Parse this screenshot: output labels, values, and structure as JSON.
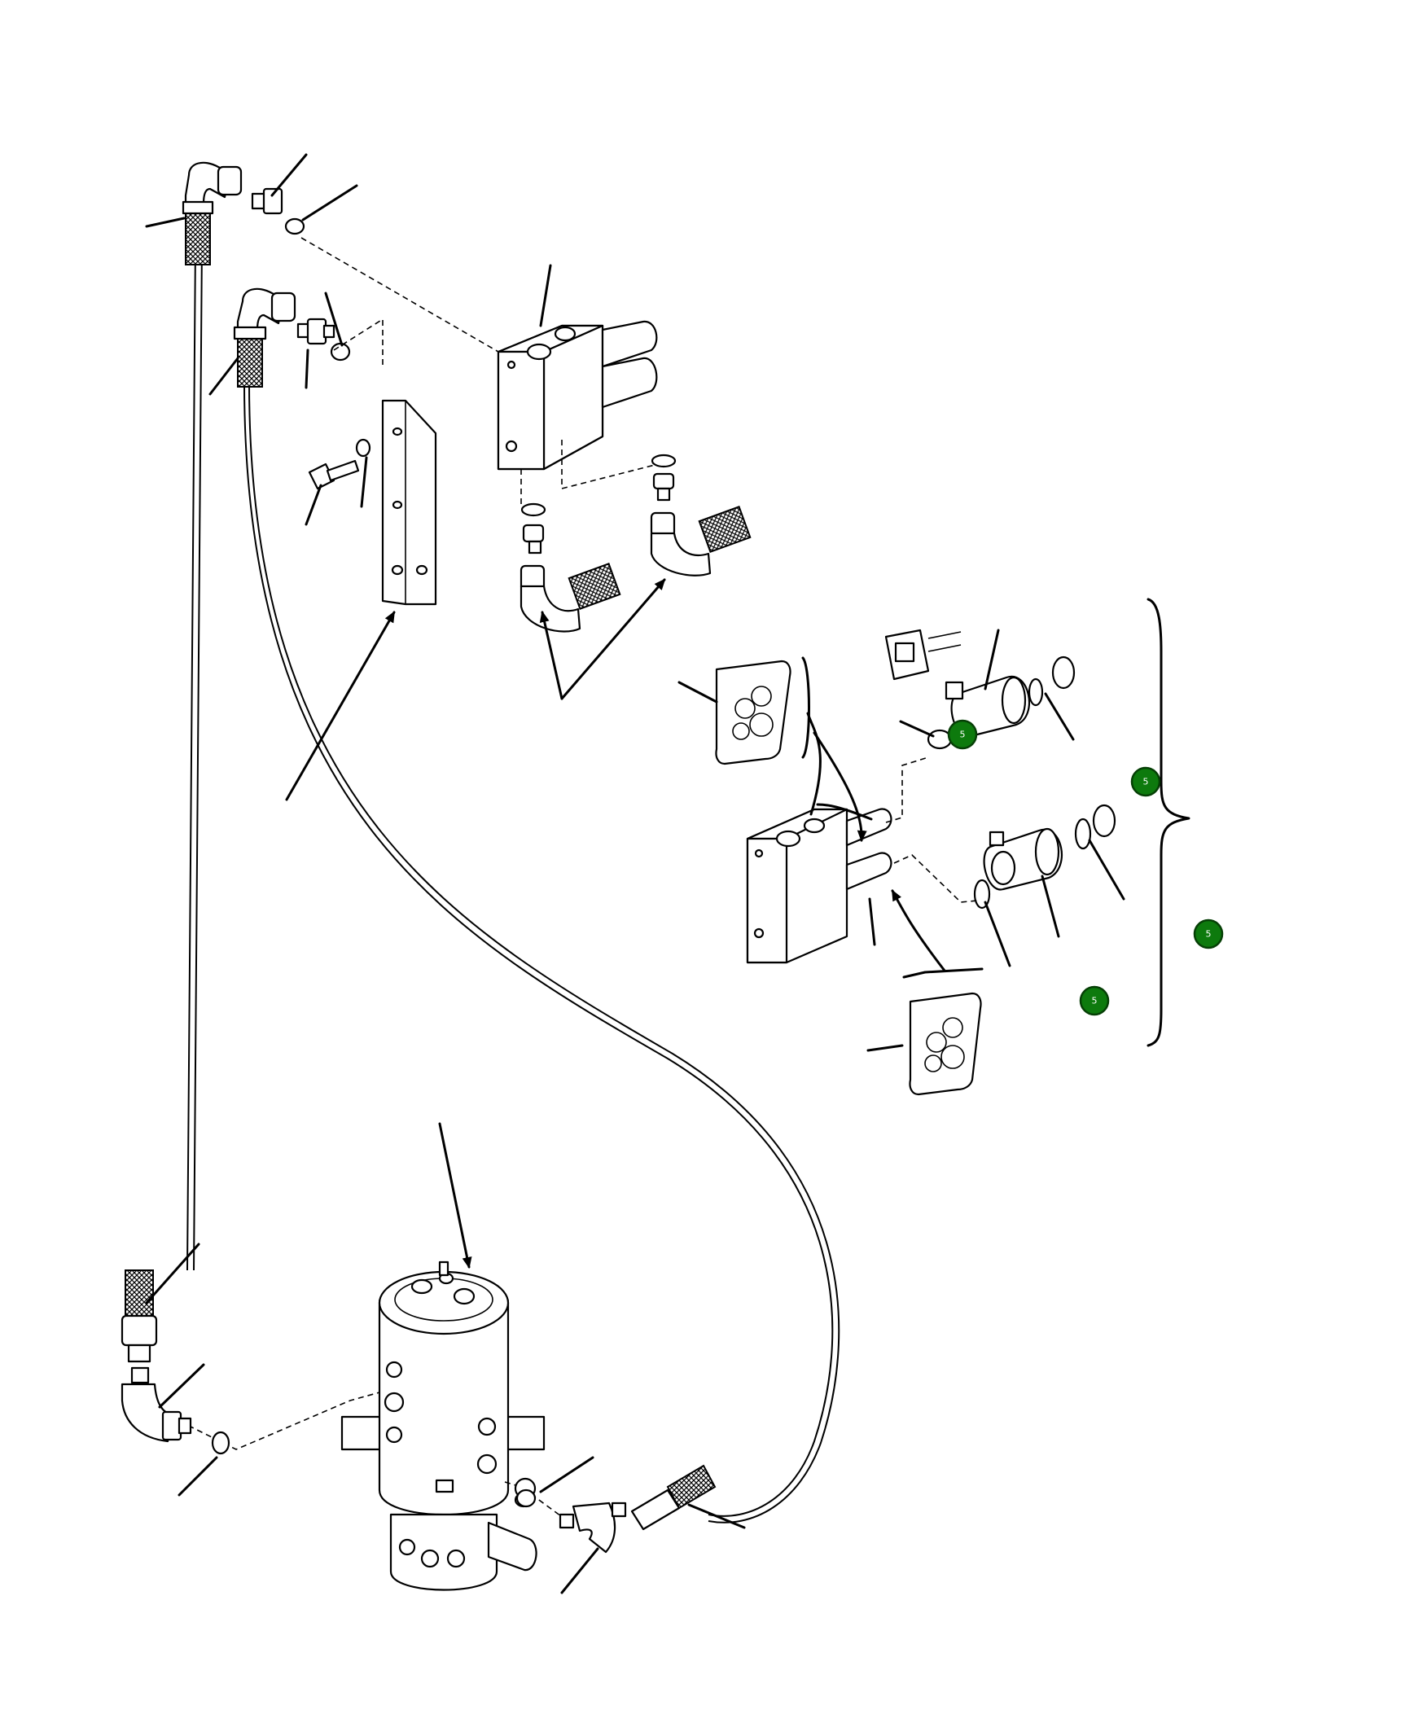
{
  "diagram": {
    "hotspots": [
      {
        "id": "hotspot-1",
        "label": "5"
      },
      {
        "id": "hotspot-2",
        "label": "5"
      },
      {
        "id": "hotspot-3",
        "label": "5"
      },
      {
        "id": "hotspot-4",
        "label": "5"
      }
    ]
  }
}
